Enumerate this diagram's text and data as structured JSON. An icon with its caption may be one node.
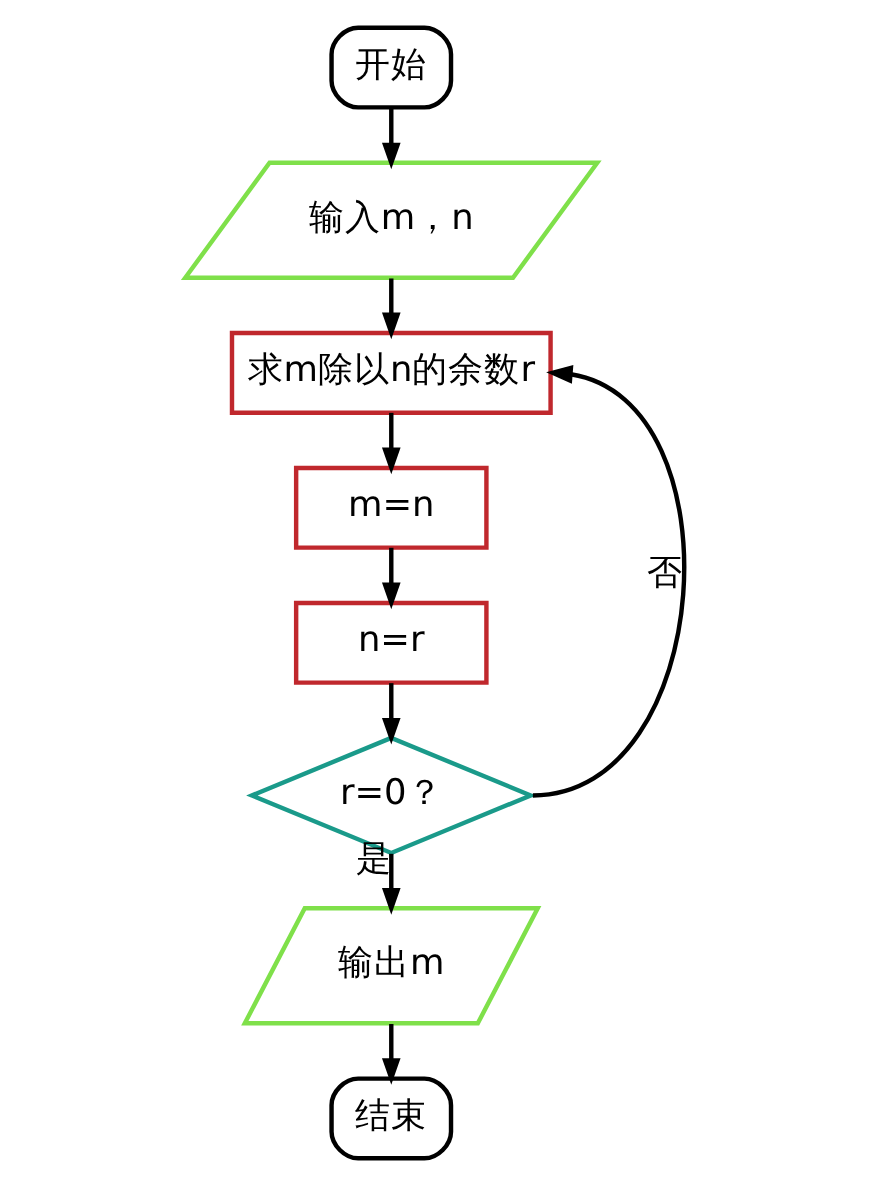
{
  "diagram": {
    "nodes": [
      {
        "text": [
          "开始"
        ]
      },
      {
        "text": [
          "输入m，n"
        ]
      },
      {
        "text": [
          "求m除以n的余数r"
        ]
      },
      {
        "text": [
          "m=n"
        ]
      },
      {
        "text": [
          "n=r"
        ]
      },
      {
        "text": [
          "r=0？"
        ]
      },
      {
        "text": [
          "输出m"
        ]
      },
      {
        "text": [
          "结束"
        ]
      }
    ],
    "edges": [
      {
        "from": 0,
        "to": 1,
        "arrow": "to"
      },
      {
        "from": 1,
        "to": 2,
        "arrow": "to"
      },
      {
        "from": 2,
        "to": 3,
        "arrow": "to"
      },
      {
        "from": 3,
        "to": 4,
        "arrow": "to"
      },
      {
        "from": 4,
        "to": 5,
        "arrow": "to"
      },
      {
        "from": 5,
        "to": 2,
        "arrow": "to",
        "label": "否"
      },
      {
        "from": 5,
        "to": 6,
        "arrow": "to",
        "label": "是"
      },
      {
        "from": 6,
        "to": 7,
        "arrow": "to"
      }
    ]
  }
}
